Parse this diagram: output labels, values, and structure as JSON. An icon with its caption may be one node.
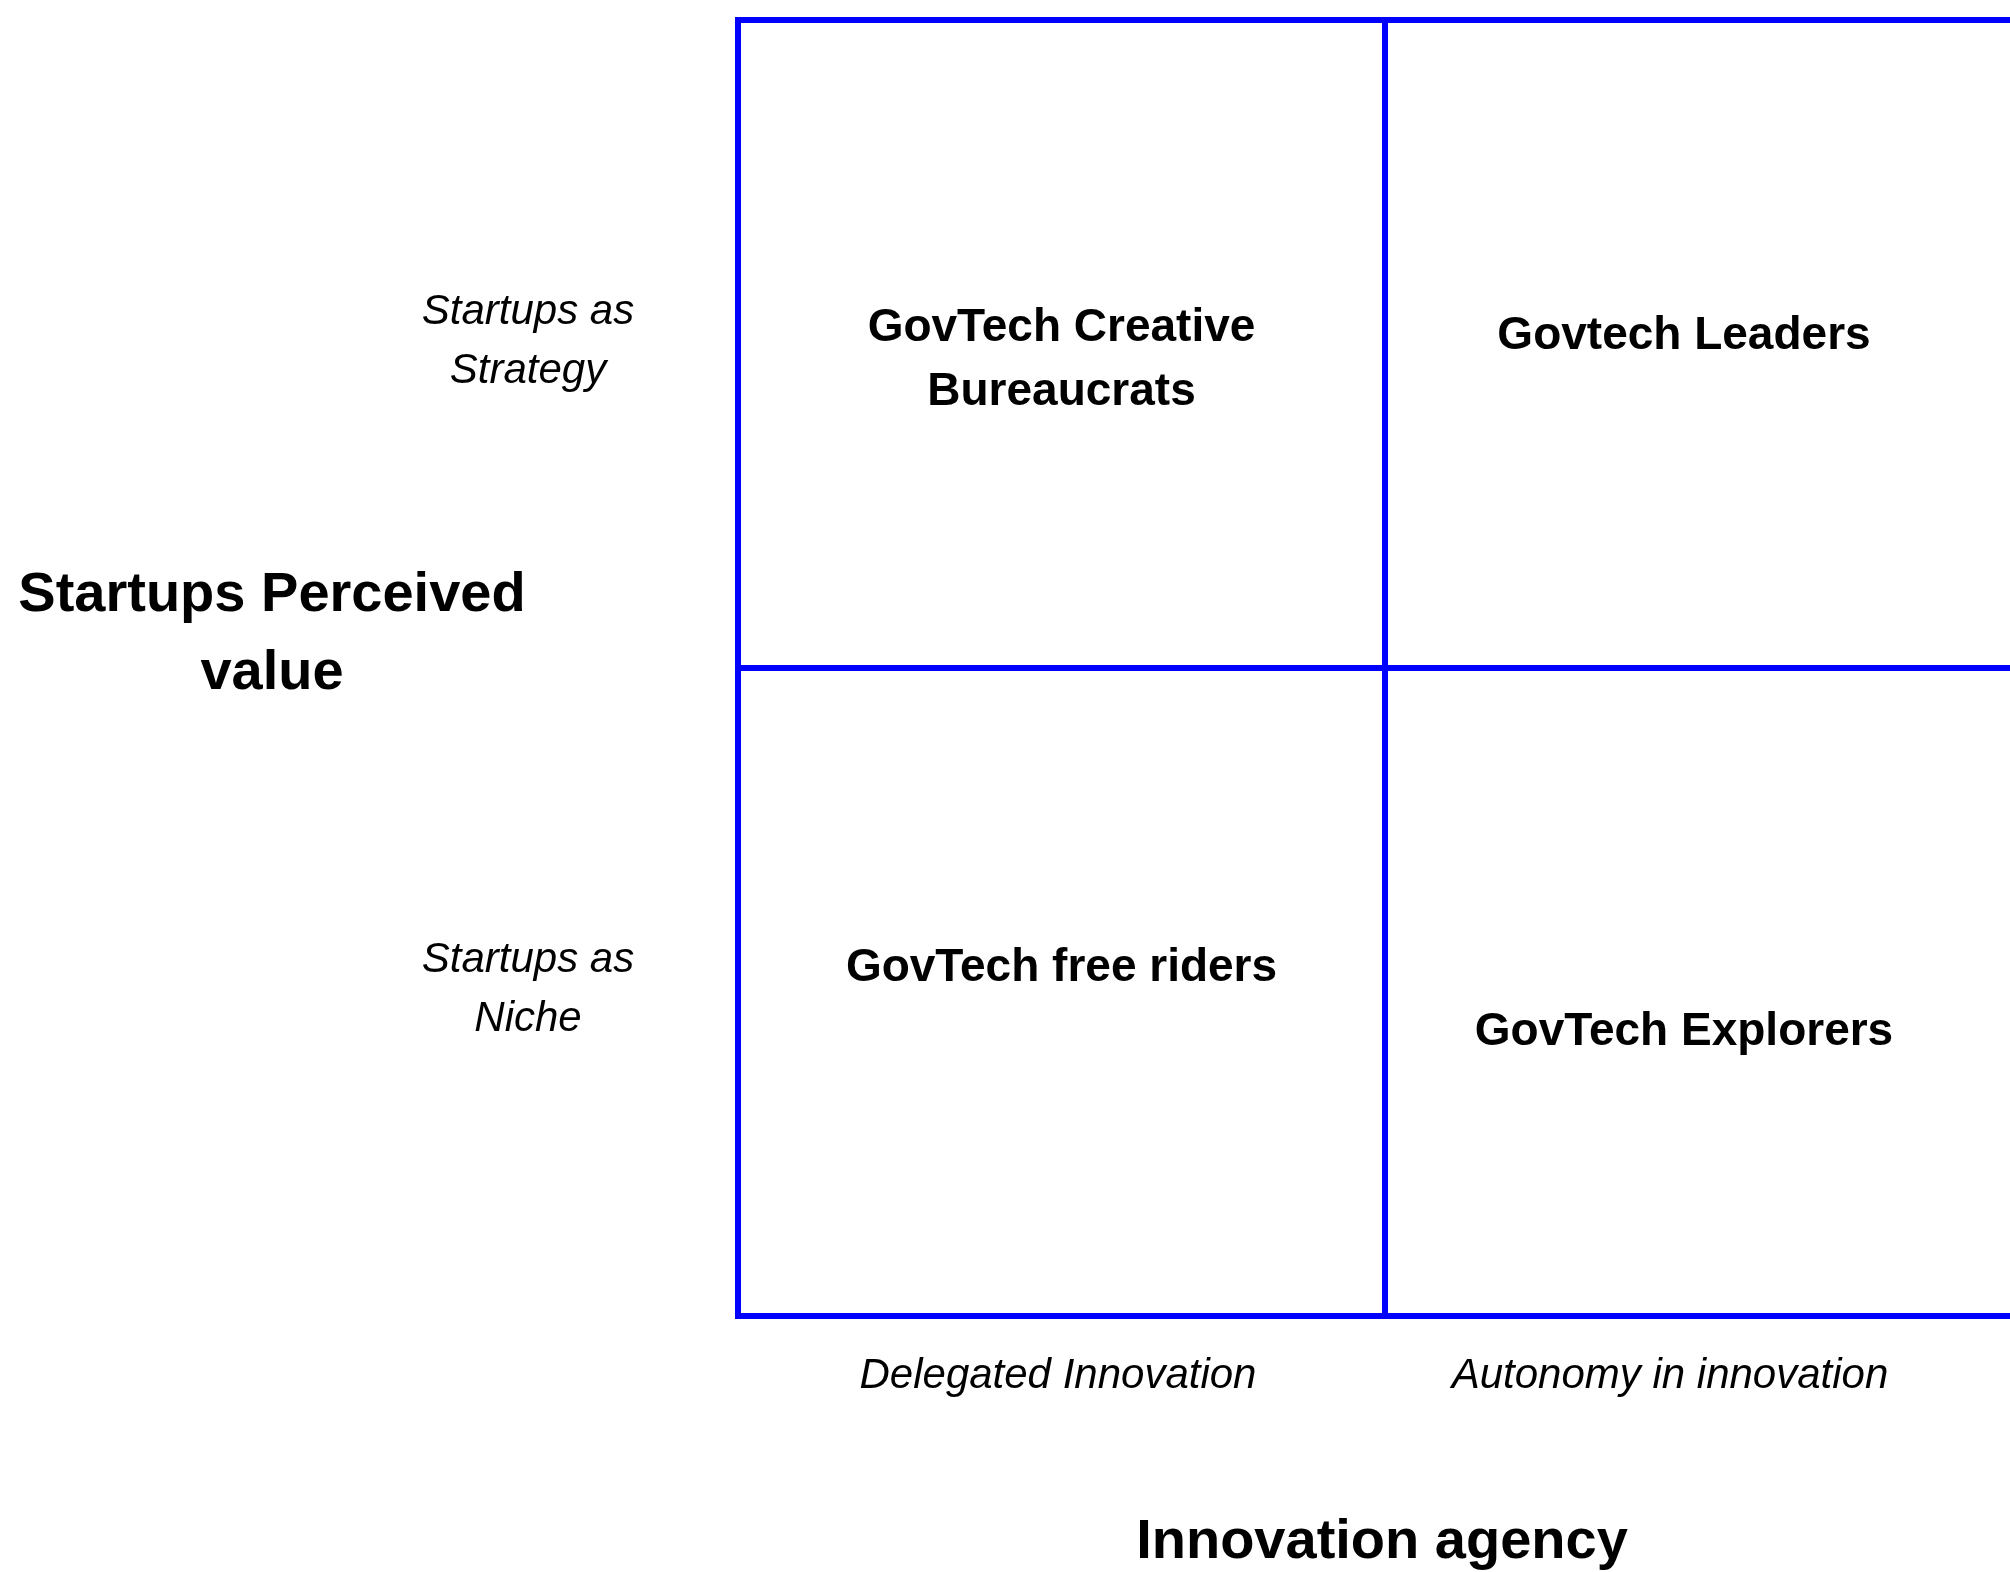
{
  "diagram": {
    "nodes": [
      {
        "text": [
          "GovTech Creative Bureaucrats"
        ]
      },
      {
        "text": [
          "Govtech Leaders"
        ]
      },
      {
        "text": [
          "GovTech free riders"
        ]
      },
      {
        "text": [
          "GovTech Explorers"
        ]
      }
    ],
    "labels": [
      "Startups as Strategy",
      "Startups Perceived value",
      "Startups as Niche",
      "Delegated Innovation",
      "Autonomy in innovation",
      "Innovation agency"
    ]
  }
}
